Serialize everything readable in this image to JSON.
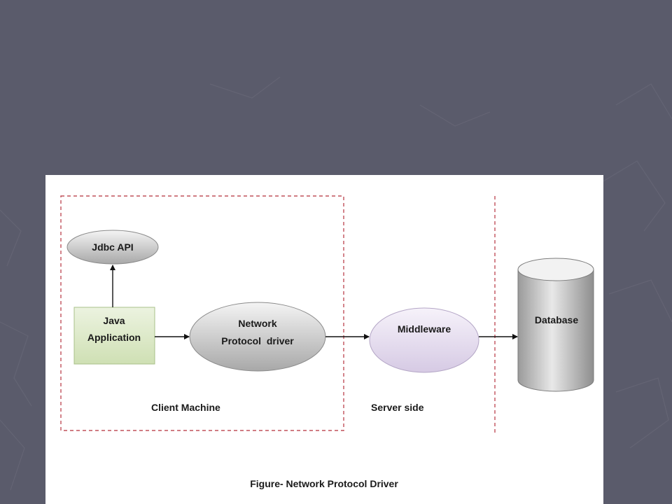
{
  "diagram": {
    "nodes": {
      "jdbc_api": "Jdbc API",
      "java_application": [
        "Java",
        "Application"
      ],
      "network_protocol_driver": [
        "Network",
        "Protocol  driver"
      ],
      "middleware": "Middleware",
      "database": "Database"
    },
    "regions": {
      "client_machine": "Client Machine",
      "server_side": "Server side"
    },
    "caption": "Figure- Network Protocol Driver"
  },
  "colors": {
    "slide_background": "#5a5b6b",
    "dashed_border": "#c0505a",
    "java_app_fill": "#dde9c8",
    "middleware_fill": "#e4dcec",
    "gray_ellipse_fill": "#c8c8c8"
  }
}
